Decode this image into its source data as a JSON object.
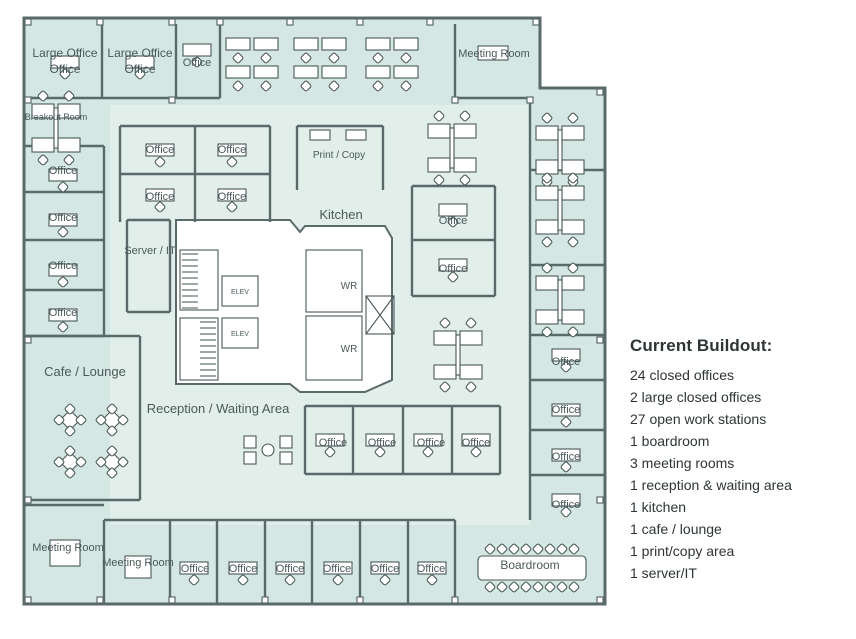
{
  "colors": {
    "floor": "#d5e7e2",
    "floor_light": "#e6f0ed",
    "core": "#ffffff",
    "wall": "#5a6a6a",
    "text": "#2e3535"
  },
  "plan": {
    "rooms": {
      "large_office_1": "Large Office",
      "large_office_2": "Large Office",
      "office_top": "Office",
      "meeting_top": "Meeting Room",
      "breakout": "Breakout Room",
      "print_copy": "Print / Copy",
      "kitchen": "Kitchen",
      "server": "Server / IT",
      "cafe": "Cafe / Lounge",
      "reception": "Reception / Waiting Area",
      "wr": "WR",
      "elev": "ELEV",
      "meeting_bl": "Meeting Room",
      "meeting_b2": "Meeting Room",
      "boardroom": "Boardroom",
      "office": "Office"
    }
  },
  "legend": {
    "title": "Current Buildout:",
    "items": [
      "24 closed offices",
      "2 large closed offices",
      "27 open work stations",
      "1 boardroom",
      "3 meeting rooms",
      "1 reception & waiting area",
      "1 kitchen",
      "1 cafe / lounge",
      "1 print/copy area",
      "1 server/IT"
    ]
  }
}
